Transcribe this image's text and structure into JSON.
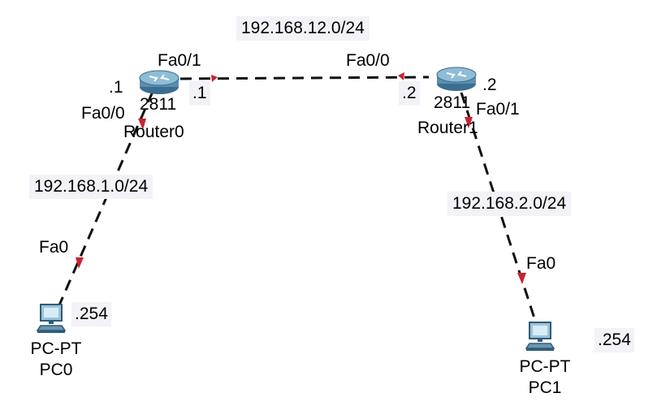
{
  "colors": {
    "link": "#111111",
    "port_marker": "#cc2233",
    "router_body": "#5a8fb0",
    "label_bg": "#f2f2f8"
  },
  "networks": {
    "top": "192.168.12.0/24",
    "left": "192.168.1.0/24",
    "right": "192.168.2.0/24"
  },
  "router0": {
    "model": "2811",
    "name": "Router0",
    "icon": "router-icon",
    "port_up": "Fa0/1",
    "port_down": "Fa0/0",
    "addr_up": ".1",
    "addr_down": ".1"
  },
  "router1": {
    "model": "2811",
    "name": "Router1",
    "icon": "router-icon",
    "port_up": "Fa0/0",
    "port_down": "Fa0/1",
    "addr_up": ".2",
    "addr_down": ".2"
  },
  "pc0": {
    "model": "PC-PT",
    "name": "PC0",
    "icon": "pc-icon",
    "port": "Fa0",
    "addr": ".254"
  },
  "pc1": {
    "model": "PC-PT",
    "name": "PC1",
    "icon": "pc-icon",
    "port": "Fa0",
    "addr": ".254"
  }
}
